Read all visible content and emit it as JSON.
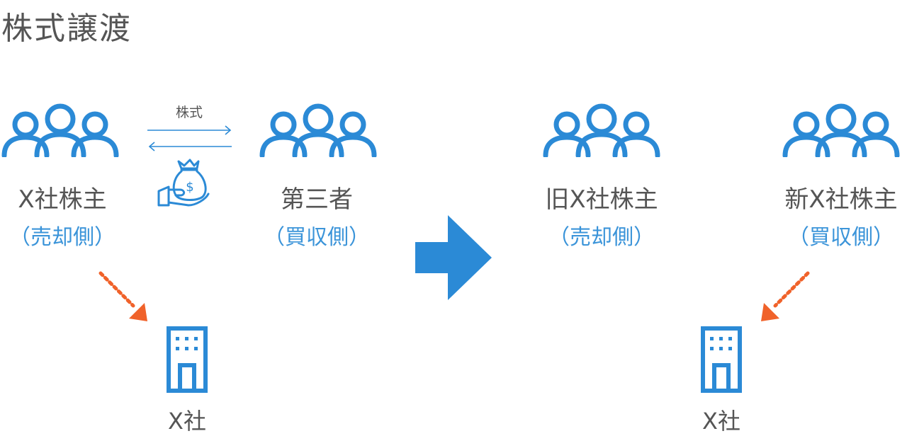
{
  "title": "株式譲渡",
  "transfer_label": "株式",
  "colors": {
    "icon_blue": "#2b8ad6",
    "sub_blue": "#3b94d9",
    "arrow_orange": "#f0622a",
    "text_gray": "#555555"
  },
  "left": {
    "seller": {
      "main": "X社株主",
      "sub": "（売却側）"
    },
    "buyer": {
      "main": "第三者",
      "sub": "（買収側）"
    },
    "company": "X社"
  },
  "right": {
    "old_holder": {
      "main": "旧X社株主",
      "sub": "（売却側）"
    },
    "new_holder": {
      "main": "新X社株主",
      "sub": "（買収側）"
    },
    "company": "X社"
  }
}
